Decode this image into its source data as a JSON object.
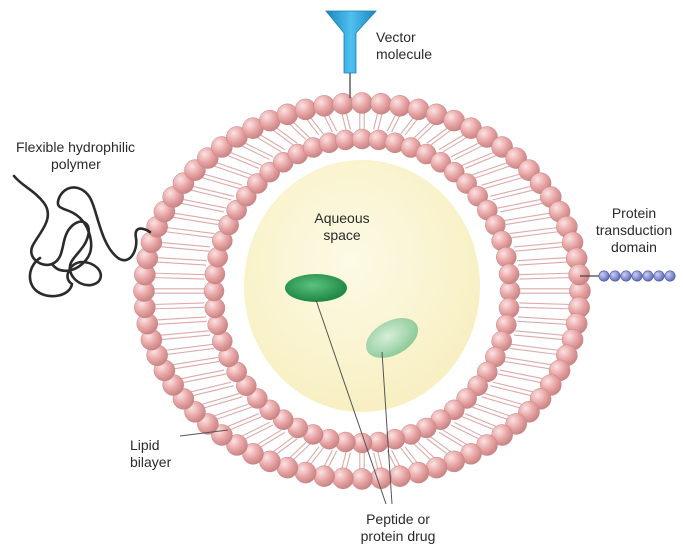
{
  "diagram": {
    "labels": {
      "vector": [
        "Vector",
        "molecule"
      ],
      "polymer": [
        "Flexible hydrophilic",
        "polymer"
      ],
      "aqueous": [
        "Aqueous",
        "space"
      ],
      "protein_domain": [
        "Protein",
        "transduction",
        "domain"
      ],
      "lipid": [
        "Lipid",
        "bilayer"
      ],
      "drug": [
        "Peptide or",
        "protein drug"
      ]
    },
    "colors": {
      "lipid_head": "#e8a2a2",
      "lipid_head_edge": "#c98484",
      "lipid_tail": "#dcaaaa",
      "aqueous_fill": "#fbf6cf",
      "vector": "#2c9fd6",
      "polymer": "#2b2b2b",
      "protein_bead": "#6e7ec8",
      "drug_dark": "#1e8f48",
      "drug_light": "#9ad3a3",
      "leader_line": "#555555"
    },
    "protein_domain_bead_count": 7
  }
}
